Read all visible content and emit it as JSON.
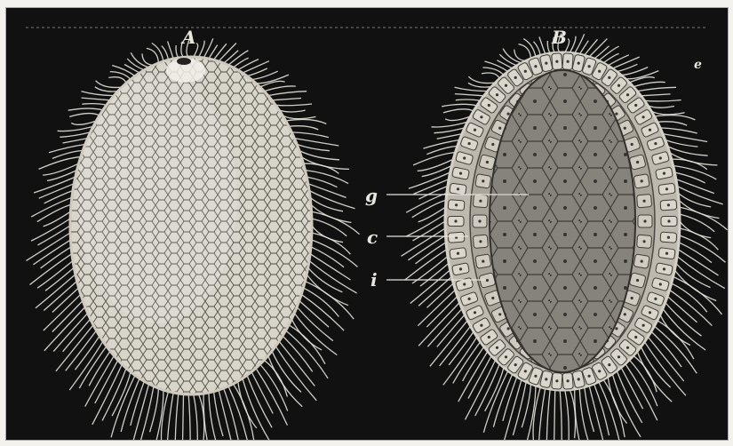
{
  "figure": {
    "panels": [
      {
        "id": "A",
        "label": "A"
      },
      {
        "id": "B",
        "label": "B"
      }
    ],
    "annotations": [
      {
        "key": "g",
        "label": "g"
      },
      {
        "key": "c",
        "label": "c"
      },
      {
        "key": "i",
        "label": "i"
      },
      {
        "key": "e",
        "label": "e"
      }
    ],
    "colors": {
      "background": "#111111",
      "cells": "#d9d6cc",
      "cell_lines": "#5a5750",
      "cilia": "#e6e4dc"
    }
  }
}
